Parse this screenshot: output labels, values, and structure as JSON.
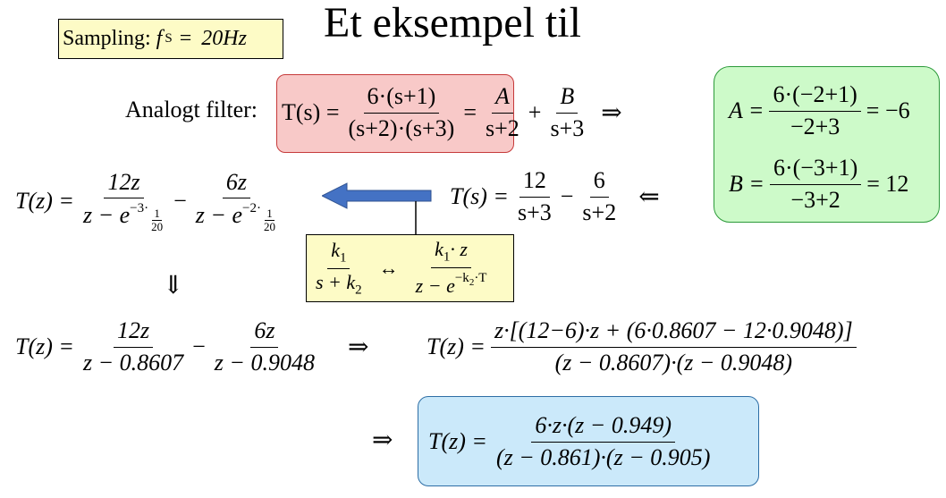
{
  "title": "Et eksempel til",
  "sampling": {
    "label": "Sampling:",
    "f": "f",
    "sub": "S",
    "equals": "=",
    "value": "20Hz"
  },
  "analog": {
    "label": "Analogt filter:"
  },
  "colors": {
    "sampling_box": "#fdfbc6",
    "pink_box": "#f8c9c8",
    "green_box": "#cdfac9",
    "yellow_box": "#fdfbc6",
    "blue_box": "#cbe9fa",
    "arrow": "#4472c4"
  },
  "eq1": {
    "lhs": "T(s) =",
    "num": "6·(s+1)",
    "den": "(s+2)·(s+3)",
    "eq": "=",
    "a_num": "A",
    "a_den": "s+2",
    "plus": "+",
    "b_num": "B",
    "b_den": "s+3",
    "implies": "⇒"
  },
  "green": {
    "a_lhs": "A =",
    "a_num": "6·(−2+1)",
    "a_den": "−2+3",
    "a_res": "= −6",
    "b_lhs": "B =",
    "b_num": "6·(−3+1)",
    "b_den": "−3+2",
    "b_res": "= 12"
  },
  "eq2": {
    "lhs": "T(s) =",
    "t1_num": "12",
    "t1_den": "s+3",
    "minus": "−",
    "t2_num": "6",
    "t2_den": "s+2",
    "lequiv": "⇐"
  },
  "eqz1": {
    "lhs": "T(z) =",
    "t1_num": "12z",
    "t1_den": "z − e",
    "t1_exp_a": "−3·",
    "t1_exp_n": "1",
    "t1_exp_d": "20",
    "minus": "−",
    "t2_num": "6z",
    "t2_den": "z − e",
    "t2_exp_a": "−2·",
    "t2_exp_n": "1",
    "t2_exp_d": "20"
  },
  "rule": {
    "l_num": "k",
    "l_num_sub": "1",
    "l_den": "s + k",
    "l_den_sub": "2",
    "arrow": "↔",
    "r_num": "k",
    "r_num_sub": "1",
    "r_num_rest": "· z",
    "r_den": "z − e",
    "r_exp": "−k",
    "r_exp_sub": "2",
    "r_exp_rest": "·T"
  },
  "down_arrow": "⇓",
  "eqz2": {
    "lhs": "T(z) =",
    "t1_num": "12z",
    "t1_den": "z − 0.8607",
    "minus": "−",
    "t2_num": "6z",
    "t2_den": "z − 0.9048",
    "implies": "⇒"
  },
  "eqz3": {
    "lhs": "T(z) =",
    "num": "z·[(12−6)·z + (6·0.8607 − 12·0.9048)]",
    "den": "(z − 0.8607)·(z − 0.9048)"
  },
  "final": {
    "implies": "⇒",
    "lhs": "T(z) =",
    "num": "6·z·(z − 0.949)",
    "den": "(z − 0.861)·(z − 0.905)"
  }
}
